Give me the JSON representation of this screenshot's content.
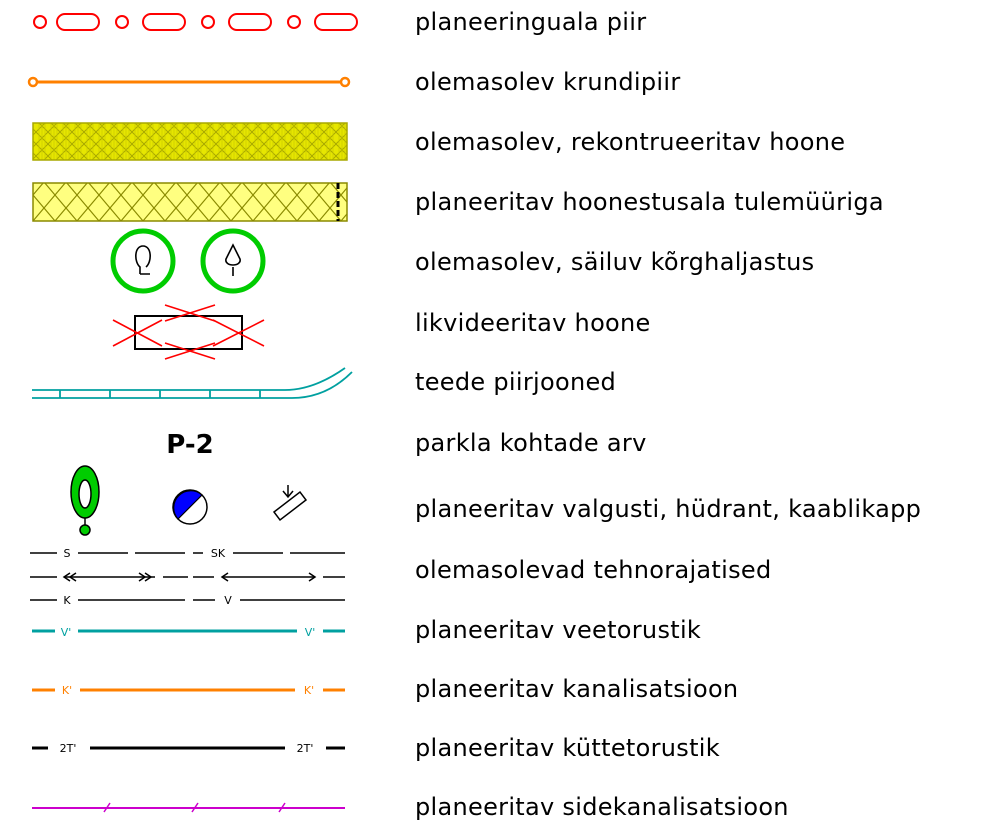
{
  "legend": {
    "items": [
      {
        "key": "plan-boundary",
        "label": "planeeringuala piir"
      },
      {
        "key": "property-boundary",
        "label": "olemasolev krundipiir"
      },
      {
        "key": "existing-building",
        "label": "olemasolev, rekontrueeritav hoone"
      },
      {
        "key": "planned-building-area",
        "label": "planeeritav hoonestusala tulemüüriga"
      },
      {
        "key": "trees",
        "label": "olemasolev, säiluv kõrghaljastus"
      },
      {
        "key": "demolish-building",
        "label": "likvideeritav hoone"
      },
      {
        "key": "road-lines",
        "label": "teede piirjooned"
      },
      {
        "key": "parking",
        "label": "parkla kohtade arv"
      },
      {
        "key": "lighting",
        "label": "planeeritav valgusti, hüdrant, kaablikapp"
      },
      {
        "key": "existing-utilities",
        "label": "olemasolevad tehnorajatised"
      },
      {
        "key": "water-pipe",
        "label": "planeeritav veetorustik"
      },
      {
        "key": "sewer",
        "label": "planeeritav kanalisatsioon"
      },
      {
        "key": "heating",
        "label": "planeeritav küttetorustik"
      },
      {
        "key": "telecom",
        "label": "planeeritav sidekanalisatsioon"
      }
    ],
    "symbol_text": {
      "parking": "P-2",
      "util_s": "S",
      "util_sk": "SK",
      "util_k": "K",
      "util_v": "V",
      "water_tag": "V'",
      "sewer_tag": "K'",
      "heating_tag": "2T'"
    }
  },
  "colors": {
    "red": "#ff0000",
    "orange": "#ff8000",
    "olive": "#a8a800",
    "yellow": "#e6e600",
    "green": "#00cc00",
    "teal": "#00a0a0",
    "blue": "#0000ff",
    "magenta": "#cc00cc",
    "black": "#000000"
  }
}
